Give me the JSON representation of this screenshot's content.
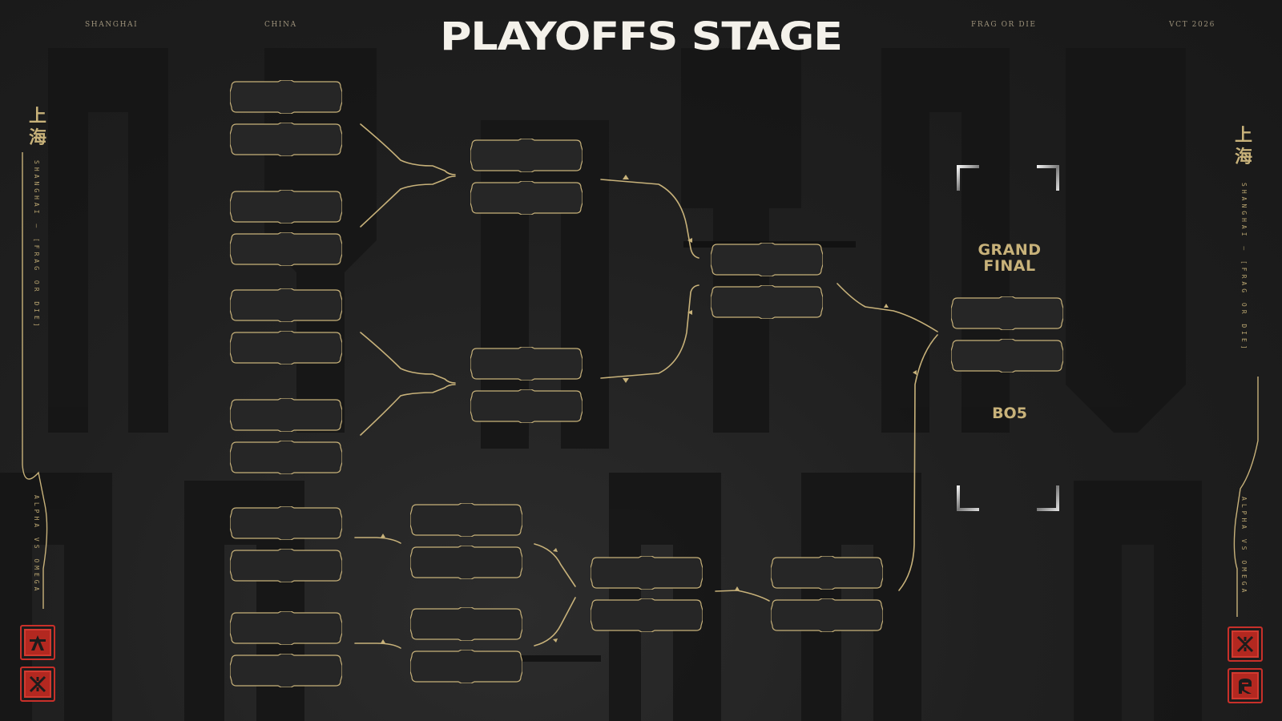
{
  "header": {
    "labels": [
      "SHANGHAI",
      "CHINA",
      "FRAG OR DIE",
      "VCT 2026"
    ],
    "title": "PLAYOFFS STAGE"
  },
  "grand_final": {
    "title_line1": "GRAND",
    "title_line2": "FINAL",
    "format": "BO5"
  },
  "side_left": {
    "cjk_1": "上",
    "cjk_2": "海",
    "vertical_top": "SHANGHAI — [FRAG OR DIE]",
    "vertical_bottom": "ALPHA VS OMEGA"
  },
  "side_right": {
    "cjk_1": "上",
    "cjk_2": "海",
    "vertical_top": "SHANGHAI — [FRAG OR DIE]",
    "vertical_bottom": "ALPHA VS OMEGA"
  },
  "badges": {
    "left": [
      "alpha-logo-icon",
      "cross-logo-icon"
    ],
    "right": [
      "cross-logo-icon",
      "omega-logo-icon"
    ]
  },
  "colors": {
    "gold": "#c8b27a",
    "slot_fill": "#262626",
    "badge_red": "#b32820",
    "title": "#f4f1ea"
  }
}
